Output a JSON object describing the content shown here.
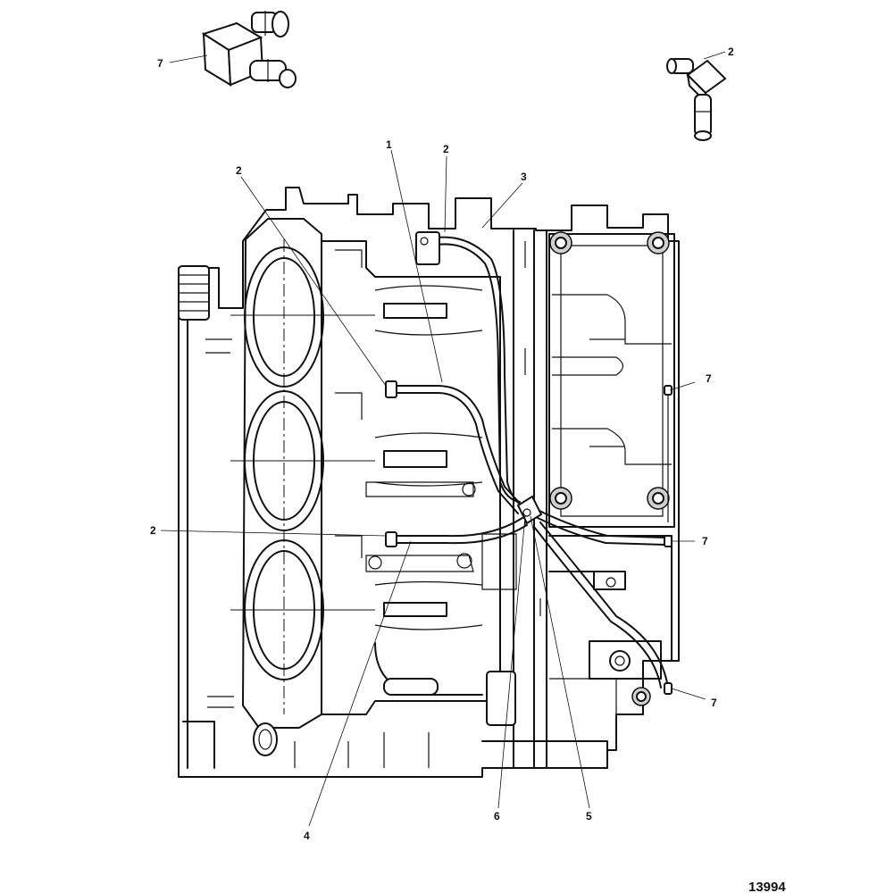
{
  "callouts": {
    "c7_topleft": "7",
    "c2_topright": "2",
    "c1": "1",
    "c2_top": "2",
    "c3": "3",
    "c2_left_top": "2",
    "c7_right_1": "7",
    "c2_left_mid": "2",
    "c7_right_2": "7",
    "c7_right_3": "7",
    "c4": "4",
    "c6": "6",
    "c5": "5"
  },
  "figure_number": "13994"
}
